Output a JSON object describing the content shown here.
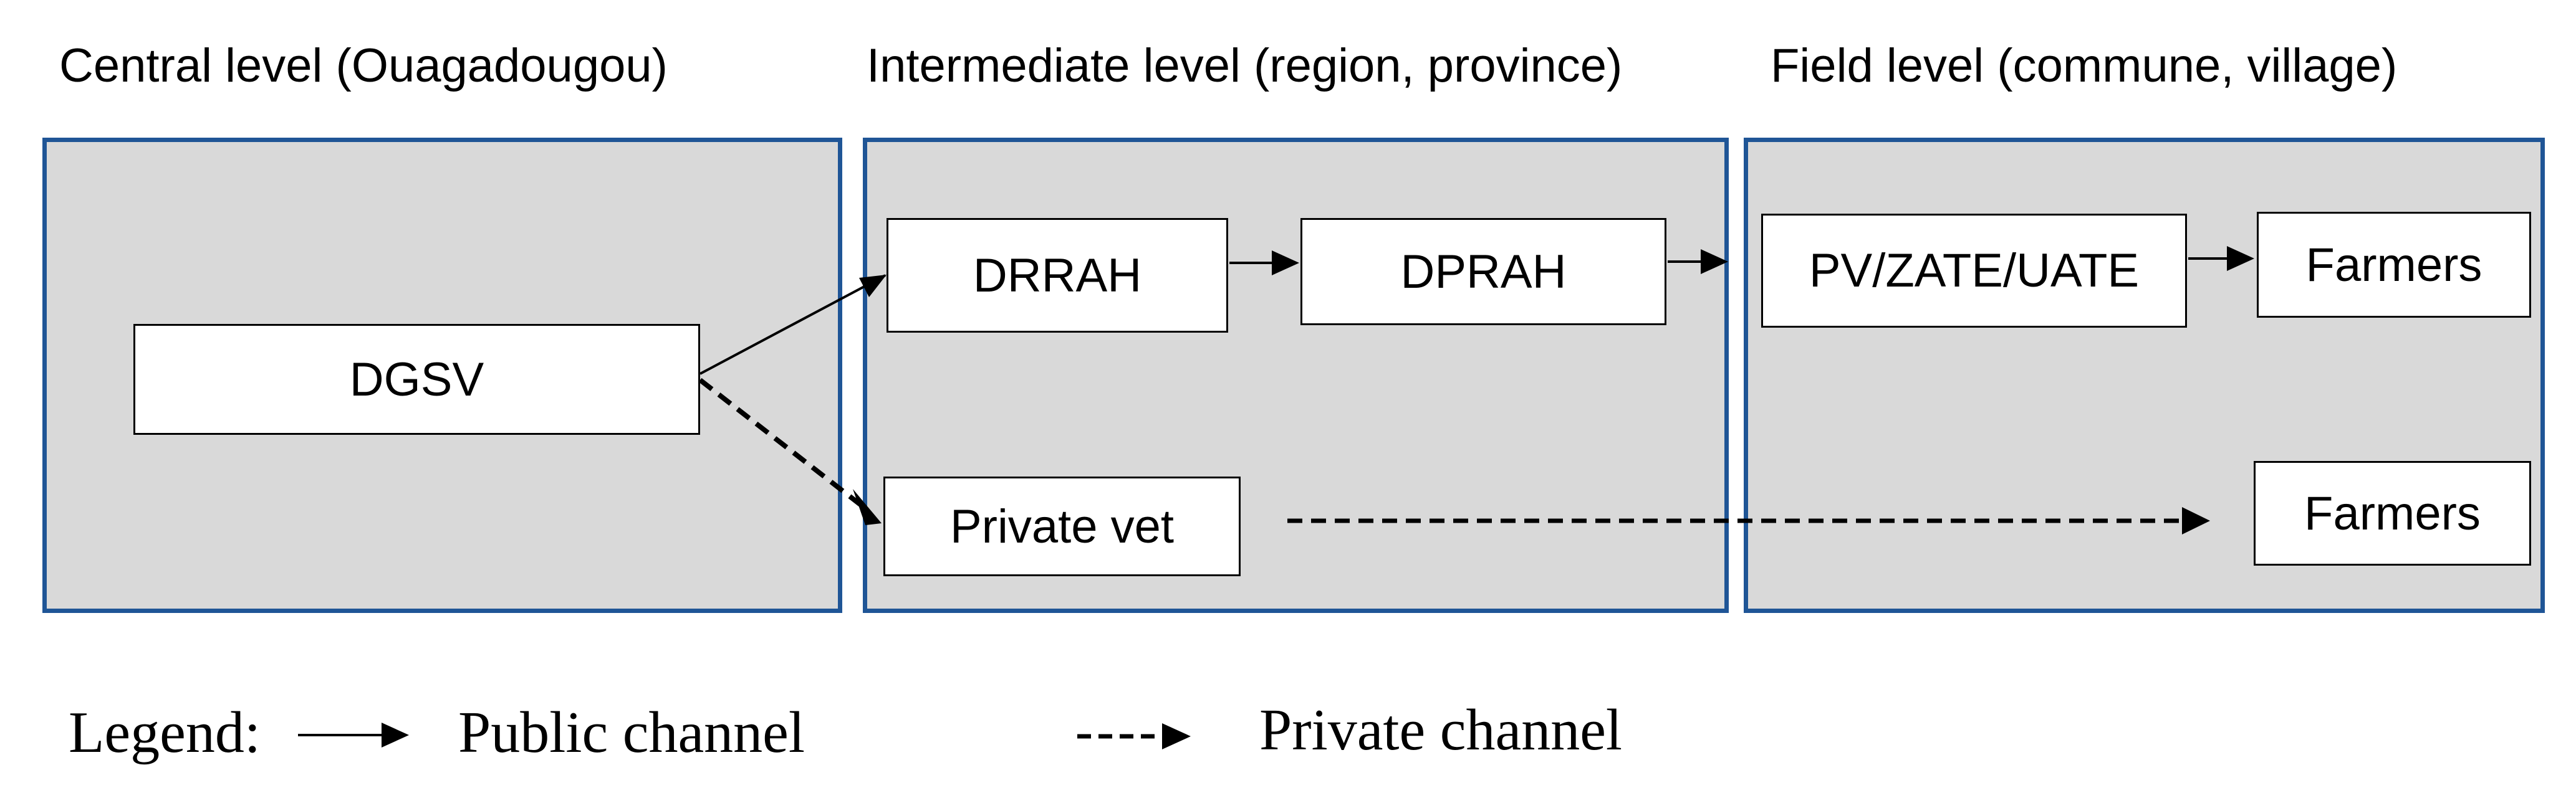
{
  "levels": {
    "central": "Central level (Ouagadougou)",
    "intermediate": "Intermediate level (region, province)",
    "field": "Field level (commune, village)"
  },
  "nodes": {
    "dgsv": "DGSV",
    "drrah": "DRRAH",
    "dprah": "DPRAH",
    "pv": "PV/ZATE/UATE",
    "farmers_public": "Farmers",
    "private_vet": "Private vet",
    "farmers_private": "Farmers"
  },
  "legend": {
    "label": "Legend:",
    "public": "Public channel",
    "private": "Private channel"
  },
  "colors": {
    "panel_fill": "#d9d9d9",
    "panel_border": "#1f5596",
    "node_fill": "#ffffff",
    "line": "#000000"
  }
}
